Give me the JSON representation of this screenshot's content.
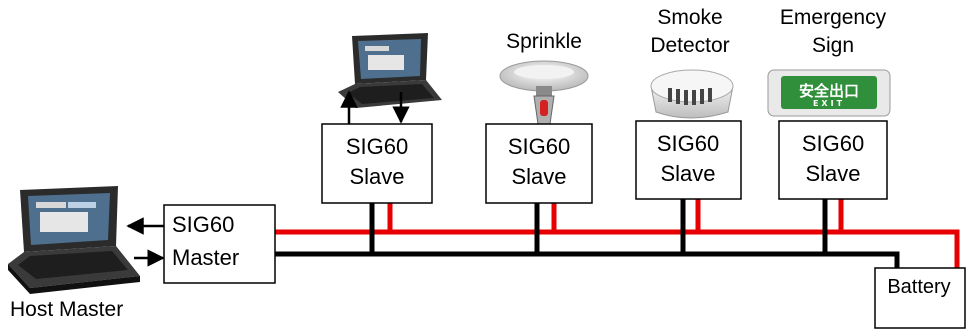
{
  "host": {
    "caption": "Host Master"
  },
  "master": {
    "line1": "SIG60",
    "line2": "Master"
  },
  "slaves": [
    {
      "line1": "SIG60",
      "line2": "Slave",
      "device": "laptop"
    },
    {
      "line1": "SIG60",
      "line2": "Slave",
      "device": "Sprinkle"
    },
    {
      "line1": "SIG60",
      "line2": "Slave",
      "device_line1": "Smoke",
      "device_line2": "Detector"
    },
    {
      "line1": "SIG60",
      "line2": "Slave",
      "device_line1": "Emergency",
      "device_line2": "Sign"
    }
  ],
  "exit_sign": {
    "chinese": "安全出口",
    "english": "EXIT"
  },
  "battery": {
    "label": "Battery"
  },
  "colors": {
    "positive_wire": "#e60000",
    "ground_wire": "#000000",
    "sign_green": "#2f8f3a"
  }
}
